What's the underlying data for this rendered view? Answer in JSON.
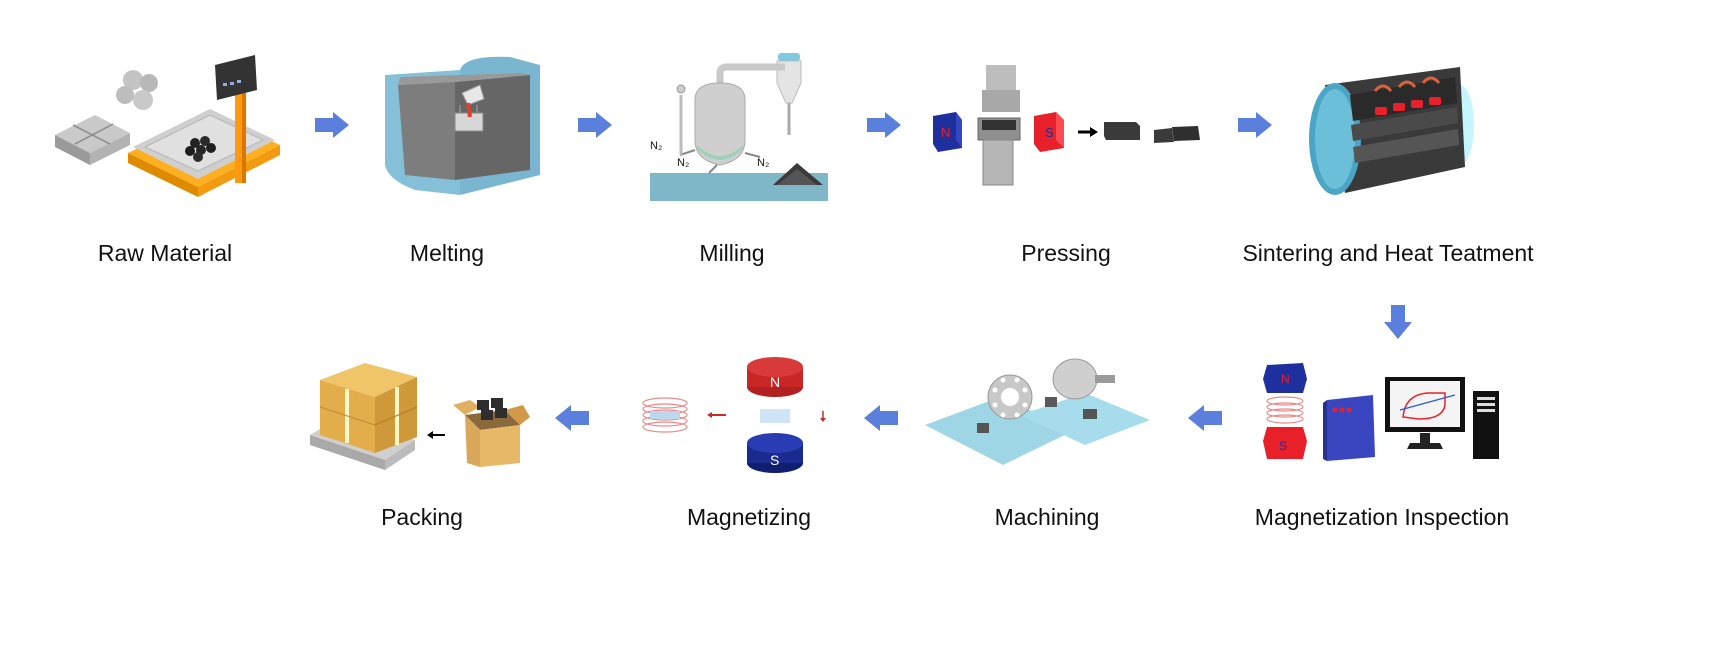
{
  "steps": [
    {
      "id": "raw-material",
      "label": "Raw Material"
    },
    {
      "id": "melting",
      "label": "Melting"
    },
    {
      "id": "milling",
      "label": "Milling"
    },
    {
      "id": "pressing",
      "label": "Pressing"
    },
    {
      "id": "sintering",
      "label": "Sintering and Heat Teatment"
    },
    {
      "id": "magnetization-inspection",
      "label": "Magnetization Inspection"
    },
    {
      "id": "machining",
      "label": "Machining"
    },
    {
      "id": "magnetizing",
      "label": "Magnetizing"
    },
    {
      "id": "packing",
      "label": "Packing"
    }
  ],
  "annotations": {
    "n2": "N₂",
    "north": "N",
    "south": "S"
  },
  "colors": {
    "flow_arrow": "#5b7fdc",
    "magnet_north_blue": "#1e2f9e",
    "magnet_south_red": "#e8202a",
    "heat_red": "#e03a2a",
    "box_cardboard": "#d9a85a",
    "platform_blue": "#7fb6c8"
  }
}
